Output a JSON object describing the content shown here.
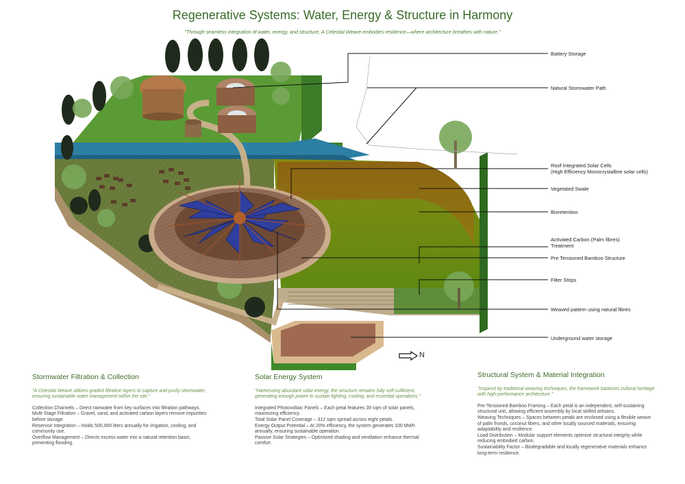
{
  "header": {
    "title": "Regenerative Systems: Water, Energy & Structure in Harmony",
    "subtitle": "\"Through seamless integration of water, energy, and structure, A Celestial Weave embodies resilience—where architecture breathes with nature.\""
  },
  "callouts": [
    "Battery Storage",
    "Natural Stormwater Path",
    "Roof Integrated Solar Cells",
    "(High Efficiency Monocrystalline solar cells)",
    "Vegetated Swale",
    "Bioretention",
    "Activated Carbon (Palm fibres)",
    "Treatment",
    "Pre Tensioned Bamboo Structure",
    "Filter Strips",
    "Weaved pattern using natural fibres",
    "Underground water storage"
  ],
  "north_label": "N",
  "colors": {
    "title_green": "#3a6b2a",
    "grass": "#4f8f2e",
    "water": "#2d7fa3",
    "swale": "#8a6a10",
    "bioretention": "#7a8a10",
    "deck": "#8c6a55",
    "solar": "#2e3f9e"
  },
  "sections": [
    {
      "heading": "Stormwater Filtration & Collection",
      "quote": "\"A Celestial Weave utilizes graded filtration layers to capture and purify stormwater, ensuring sustainable water management within the site.\"",
      "items": [
        {
          "k": "Collection Channels",
          "v": " – Direct rainwater from key surfaces into filtration pathways."
        },
        {
          "k": "Multi-Stage Filtration",
          "v": " – Gravel, sand, and activated carbon layers remove impurities before storage."
        },
        {
          "k": "Reservoir Integration",
          "v": " – Holds 500,000 liters annually for irrigation, cooling, and community use."
        },
        {
          "k": "Overflow Management",
          "v": " – Directs excess water into a natural retention basin, preventing flooding."
        }
      ]
    },
    {
      "heading": "Solar Energy System",
      "quote": "\"Harnessing abundant solar energy, the structure remains fully self-sufficient, generating enough power to sustain lighting, cooling, and essential operations.\"",
      "items": [
        {
          "k": "Integrated Photovoltaic Panels",
          "v": " – Each petal features 39 sqm of solar panels, maximizing efficiency."
        },
        {
          "k": "Total Solar Panel Coverage",
          "v": " – 312 sqm spread across eight petals."
        },
        {
          "k": "Energy Output Potential",
          "v": " – At 20% efficiency, the system generates 100 MWh annually, ensuring sustainable operation."
        },
        {
          "k": "Passive Solar Strategies",
          "v": " – Optimized shading and ventilation enhance thermal comfort."
        }
      ]
    },
    {
      "heading": "Structural System & Material Integration",
      "quote": "\"Inspired by traditional weaving techniques, the framework balances cultural heritage with high-performance architecture.\"",
      "items": [
        {
          "k": "Pre-Tensioned Bamboo Framing",
          "v": " – Each petal is an independent, self-sustaining structural unit, allowing efficient assembly by local skilled artisans."
        },
        {
          "k": "Weaving Techniques",
          "v": " – Spaces between petals are enclosed using a flexible weave of palm fronds, coconut fibers, and other locally sourced materials, ensuring adaptability and resilience."
        },
        {
          "k": "Load Distribution",
          "v": " – Modular support elements optimize structural integrity while reducing embodied carbon."
        },
        {
          "k": "Sustainability Factor",
          "v": " – Biodegradable and locally regenerative materials enhance long-term resilience."
        }
      ]
    }
  ]
}
